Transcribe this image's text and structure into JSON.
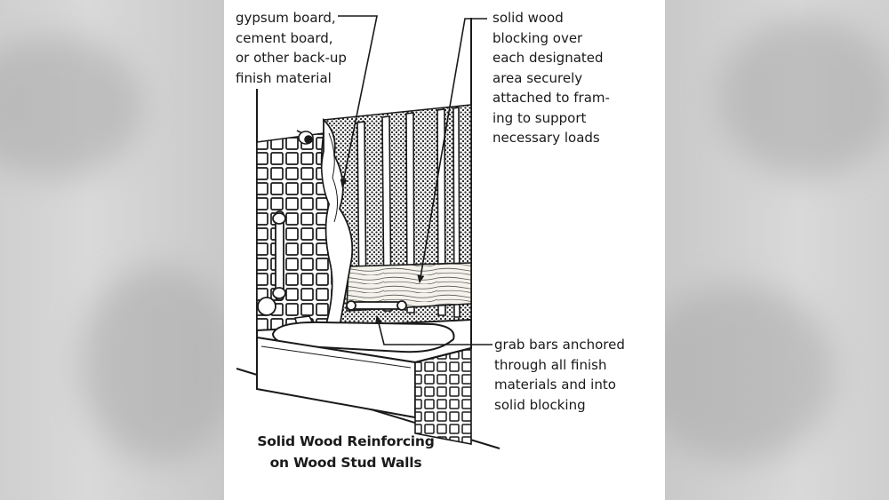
{
  "callouts": {
    "backup_material": {
      "lines": [
        "gypsum board,",
        "cement board,",
        "or other back-up",
        "finish material"
      ]
    },
    "solid_blocking": {
      "lines": [
        "solid wood",
        "blocking over",
        "each designated",
        "area securely",
        "attached to fram-",
        "ing to support",
        "necessary loads"
      ]
    },
    "grab_bars": {
      "lines": [
        "grab bars anchored",
        "through all finish",
        "materials and into",
        "solid blocking"
      ]
    }
  },
  "caption": {
    "lines": [
      "Solid Wood Reinforcing",
      "on Wood Stud Walls"
    ]
  },
  "colors": {
    "background_blur": "#d2d2d2",
    "panel": "#ffffff",
    "ink": "#1a1a1a",
    "wood": "#f4f2ea"
  }
}
